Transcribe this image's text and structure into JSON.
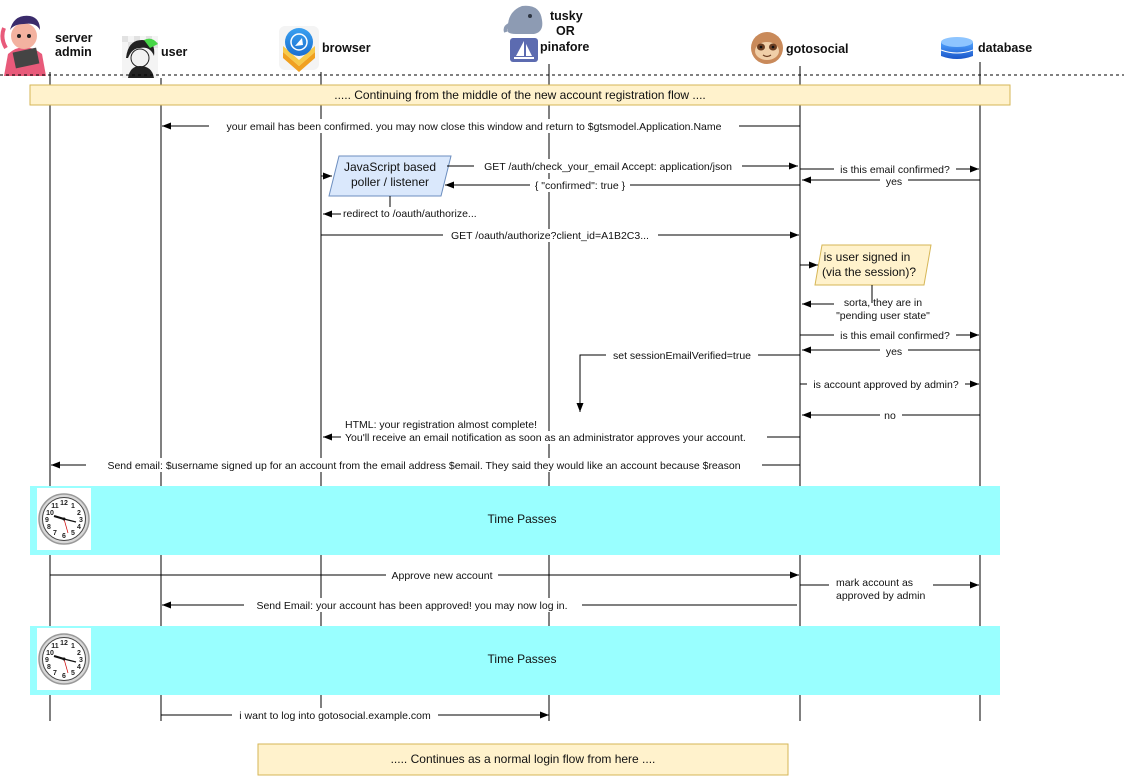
{
  "actors": [
    {
      "id": "admin",
      "lines": [
        "server",
        "admin"
      ],
      "icon": "admin-avatar-icon"
    },
    {
      "id": "user",
      "lines": [
        "user"
      ],
      "icon": "user-avatar-icon"
    },
    {
      "id": "browser",
      "lines": [
        "browser"
      ],
      "icon": "browser-icon"
    },
    {
      "id": "client",
      "lines": [
        "tusky",
        "OR",
        "pinafore"
      ],
      "icon": "mastodon-client-icon"
    },
    {
      "id": "gts",
      "lines": [
        "gotosocial"
      ],
      "icon": "sloth-icon"
    },
    {
      "id": "db",
      "lines": [
        "database"
      ],
      "icon": "database-icon"
    }
  ],
  "banners": {
    "top": "..... Continuing from the middle of the new account registration flow ....",
    "bottom": "..... Continues as a normal login flow from here ...."
  },
  "notes": {
    "poller": [
      "JavaScript based",
      "poller / listener"
    ],
    "signed_in": [
      "is user signed in",
      "(via the session)?"
    ]
  },
  "messages": [
    {
      "id": "m1",
      "lines": [
        "your email has been confirmed. you may now close this window and return to $gtsmodel.Application.Name"
      ]
    },
    {
      "id": "m2",
      "lines": [
        "GET /auth/check_your_email Accept: application/json"
      ]
    },
    {
      "id": "m3",
      "lines": [
        "is this email confirmed?"
      ]
    },
    {
      "id": "m4",
      "lines": [
        "yes"
      ]
    },
    {
      "id": "m5",
      "lines": [
        "{ \"confirmed\": true }"
      ]
    },
    {
      "id": "m6",
      "lines": [
        "redirect to /oauth/authorize..."
      ]
    },
    {
      "id": "m7",
      "lines": [
        "GET /oauth/authorize?client_id=A1B2C3..."
      ]
    },
    {
      "id": "m8",
      "lines": [
        "sorta, they are in",
        "\"pending user state\""
      ]
    },
    {
      "id": "m9",
      "lines": [
        "is this email confirmed?"
      ]
    },
    {
      "id": "m10",
      "lines": [
        "yes"
      ]
    },
    {
      "id": "m11",
      "lines": [
        "set sessionEmailVerified=true"
      ]
    },
    {
      "id": "m12",
      "lines": [
        "is account approved by admin?"
      ]
    },
    {
      "id": "m13",
      "lines": [
        "no"
      ]
    },
    {
      "id": "m14",
      "lines": [
        "HTML: your registration almost complete!",
        "You'll receive an email notification as soon as an administrator approves your account."
      ]
    },
    {
      "id": "m15",
      "lines": [
        "Send email:   $username signed up for an account from the email address $email. They said they would like an account because $reason"
      ]
    },
    {
      "id": "m16",
      "lines": [
        "Approve new account"
      ]
    },
    {
      "id": "m17",
      "lines": [
        "mark account as",
        "approved by admin"
      ]
    },
    {
      "id": "m18",
      "lines": [
        "Send Email: your account has been approved! you may now log in."
      ]
    },
    {
      "id": "m19",
      "lines": [
        "i want to log into gotosocial.example.com"
      ]
    }
  ],
  "time_passes": [
    "Time Passes",
    "Time Passes"
  ],
  "colors": {
    "banner_fill": "#fff2cc",
    "banner_stroke": "#d6b656",
    "poller_fill": "#dae8fc",
    "poller_stroke": "#6c8ebf",
    "signed_fill": "#fff2cc",
    "signed_stroke": "#d6b656",
    "time_fill": "#99ffff",
    "line": "#000000"
  }
}
